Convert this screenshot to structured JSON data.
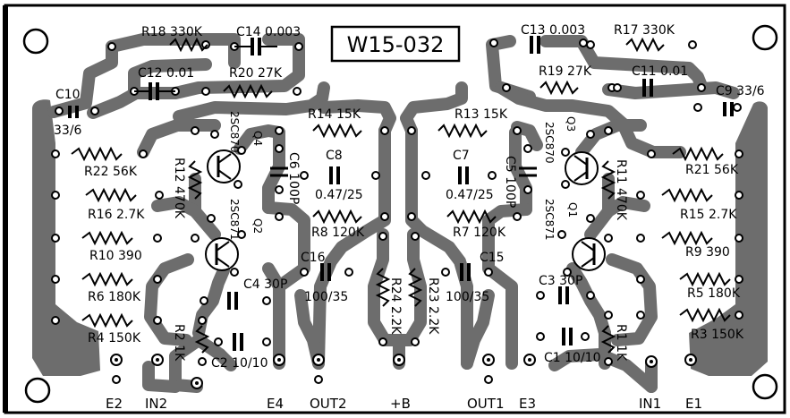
{
  "title": "W15-032",
  "components": {
    "R18": {
      "ref": "R18",
      "value": "330K"
    },
    "C14": {
      "ref": "C14",
      "value": "0.003"
    },
    "C12": {
      "ref": "C12",
      "value": "0.01"
    },
    "R20": {
      "ref": "R20",
      "value": "27K"
    },
    "C10": {
      "ref": "C10",
      "value": "33/6"
    },
    "R14": {
      "ref": "R14",
      "value": "15K"
    },
    "Q4": {
      "ref": "Q4",
      "value": "2SC870"
    },
    "C6": {
      "ref": "C6",
      "value": "100P"
    },
    "C8": {
      "ref": "C8",
      "value": "0.47/25"
    },
    "R22": {
      "ref": "R22",
      "value": "56K"
    },
    "R12": {
      "ref": "R12",
      "value": "470K"
    },
    "R16": {
      "ref": "R16",
      "value": "2.7K"
    },
    "Q2": {
      "ref": "Q2",
      "value": "2SC871"
    },
    "R8": {
      "ref": "R8",
      "value": "120K"
    },
    "R10": {
      "ref": "R10",
      "value": "390"
    },
    "C16": {
      "ref": "C16",
      "value": "100/35"
    },
    "C4": {
      "ref": "C4",
      "value": "30P"
    },
    "R6": {
      "ref": "R6",
      "value": "180K"
    },
    "R24": {
      "ref": "R24",
      "value": "2.2K"
    },
    "R2": {
      "ref": "R2",
      "value": "1K"
    },
    "R4": {
      "ref": "R4",
      "value": "150K"
    },
    "C2": {
      "ref": "C2",
      "value": "10/10"
    },
    "C13": {
      "ref": "C13",
      "value": "0.003"
    },
    "R17": {
      "ref": "R17",
      "value": "330K"
    },
    "R19": {
      "ref": "R19",
      "value": "27K"
    },
    "C11": {
      "ref": "C11",
      "value": "0.01"
    },
    "C9": {
      "ref": "C9",
      "value": "33/6"
    },
    "R13": {
      "ref": "R13",
      "value": "15K"
    },
    "Q3": {
      "ref": "Q3",
      "value": "2SC870"
    },
    "C7": {
      "ref": "C7",
      "value": "0.47/25"
    },
    "C5": {
      "ref": "C5",
      "value": "100P"
    },
    "R21": {
      "ref": "R21",
      "value": "56K"
    },
    "R11": {
      "ref": "R11",
      "value": "470K"
    },
    "Q1": {
      "ref": "Q1",
      "value": "2SC871"
    },
    "R15": {
      "ref": "R15",
      "value": "2.7K"
    },
    "R7": {
      "ref": "R7",
      "value": "120K"
    },
    "R9": {
      "ref": "R9",
      "value": "390"
    },
    "C15": {
      "ref": "C15",
      "value": "100/35"
    },
    "R23": {
      "ref": "R23",
      "value": "2.2K"
    },
    "C3": {
      "ref": "C3",
      "value": "30P"
    },
    "R5": {
      "ref": "R5",
      "value": "180K"
    },
    "R1": {
      "ref": "R1",
      "value": "1K"
    },
    "R3": {
      "ref": "R3",
      "value": "150K"
    },
    "C1": {
      "ref": "C1",
      "value": "10/10"
    }
  },
  "connectors": [
    "E2",
    "IN2",
    "E4",
    "OUT2",
    "+B",
    "OUT1",
    "E3",
    "IN1",
    "E1"
  ],
  "colors": {
    "copper": "#6d6d6d",
    "ink": "#000000",
    "board": "#ffffff"
  }
}
